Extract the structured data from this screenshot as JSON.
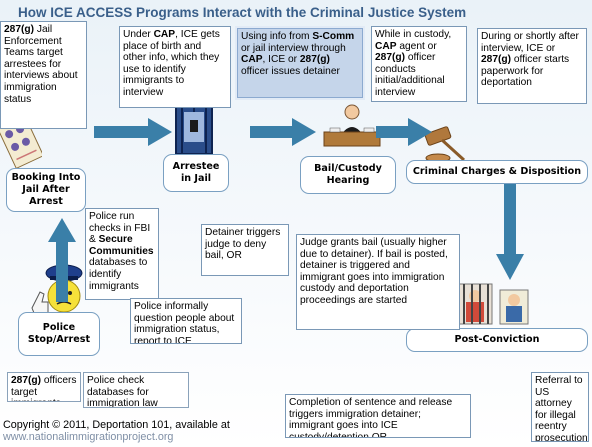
{
  "title": "How ICE ACCESS Programs Interact with the Criminal Justice System",
  "stages": {
    "booking": "Booking Into Jail After Arrest",
    "arrestee": "Arrestee in Jail",
    "bail_hearing": "Bail/Custody Hearing",
    "charges": "Criminal Charges & Disposition",
    "police_stop": "Police Stop/Arrest",
    "post_conviction": "Post-Conviction"
  },
  "notes": {
    "jail_teams": {
      "a": "287(g)",
      "b": " Jail Enforcement Teams target arrestees for interviews about immigration status"
    },
    "cap_birth": {
      "a": "Under ",
      "b": "CAP",
      "c": ", ICE gets place of birth and other info, which they use to identify immigrants to interview"
    },
    "scomm_detainer": {
      "a": "Using info from ",
      "b": "S-Comm",
      "c": " or jail interview through ",
      "d": "CAP",
      "e": ", ICE or ",
      "f": "287(g)",
      "g": " officer issues detainer"
    },
    "custody_interview": {
      "a": "While in custody, ",
      "b": "CAP",
      "c": " agent or ",
      "d": "287(g)",
      "e": " officer conducts initial/additional interview"
    },
    "deportation_paperwork": {
      "a": "During or shortly after interview, ICE or ",
      "b": "287(g)",
      "c": " officer starts paperwork for deportation"
    },
    "fbi_checks": {
      "a": "Police run checks in FBI & ",
      "b": "Secure Communities",
      "c": " databases to identify immigrants"
    },
    "detainer_triggers": "Detainer triggers judge to deny bail, OR",
    "judge_grants_bail": "Judge grants bail (usually higher due to detainer). If bail is posted, detainer is triggered and immigrant goes into immigration custody and deportation proceedings are started",
    "informal_questioning": "Police informally question people about immigration status, report to ICE",
    "target_immigrants": {
      "a": "287(g)",
      "b": " officers target immigrants"
    },
    "check_databases": "Police check databases for immigration law violators",
    "sentence_completion": "Completion of sentence and release triggers immigration detainer; immigrant goes into ICE custody/detention OR",
    "referral": "Referral to US attorney for illegal reentry prosecution"
  },
  "footer": {
    "copyright": "Copyright © 2011, Deportation 101, available at",
    "url": "www.nationalimmigrationproject.org"
  },
  "colors": {
    "title": "#3a5f8a",
    "arrow": "#3a7fa8",
    "box_blue": "#c5d5ea",
    "box_border": "#7a98b6",
    "url": "#7f8fa6"
  },
  "icons": [
    "fingerprint-card-icon",
    "jail-cell-icon",
    "judge-at-bench-icon",
    "gavel-icon",
    "police-officer-icon",
    "prison-bars-icon"
  ]
}
